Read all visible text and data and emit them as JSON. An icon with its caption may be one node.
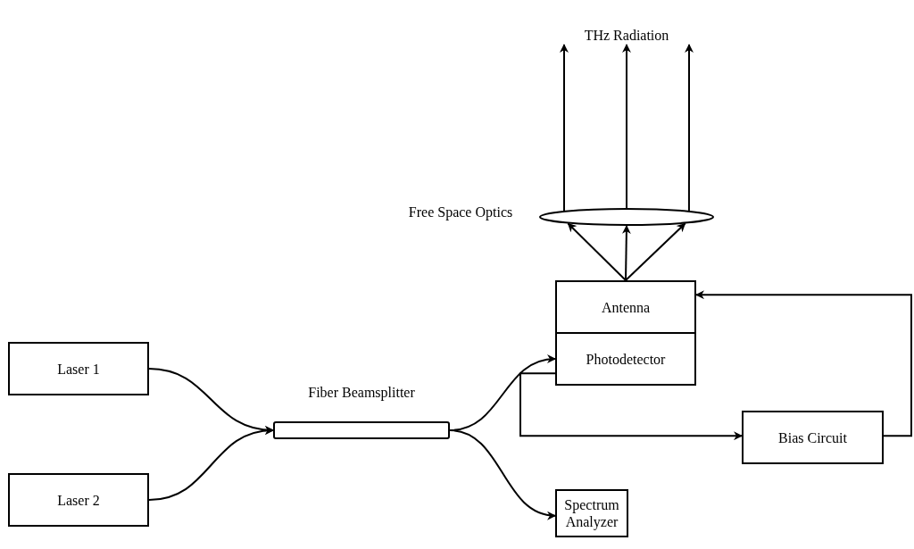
{
  "diagram": {
    "nodes": [
      {
        "text": [
          "Laser 1"
        ]
      },
      {
        "text": [
          "Laser 2"
        ]
      },
      {
        "text": [
          "Fiber Beamsplitter"
        ]
      },
      {
        "text": [
          "Antenna"
        ]
      },
      {
        "text": [
          "Photodetector"
        ]
      },
      {
        "text": [
          "Bias Circuit"
        ]
      },
      {
        "text": [
          "Spectrum Analyzer"
        ]
      },
      {
        "text": [],
        "shape": "ellipse",
        "beside": [
          "Free Space Optics"
        ]
      },
      {
        "text": [
          "THz Radiation"
        ]
      }
    ],
    "edges": [
      {
        "from": 0,
        "to": 2,
        "arrow": "to"
      },
      {
        "from": 1,
        "to": 2,
        "arrow": "to"
      },
      {
        "from": 2,
        "to": 4,
        "arrow": "to"
      },
      {
        "from": 2,
        "to": 6,
        "arrow": "to"
      },
      {
        "from": 4,
        "to": 5,
        "arrow": "to"
      },
      {
        "from": 5,
        "to": 3,
        "arrow": "to"
      },
      {
        "from": 3,
        "to": 7,
        "arrow": "to"
      },
      {
        "from": 3,
        "to": 7,
        "arrow": "to"
      },
      {
        "from": 3,
        "to": 7,
        "arrow": "to"
      },
      {
        "from": 7,
        "to": 8,
        "arrow": "to"
      },
      {
        "from": 7,
        "to": 8,
        "arrow": "to"
      },
      {
        "from": 7,
        "to": 8,
        "arrow": "to"
      }
    ]
  }
}
